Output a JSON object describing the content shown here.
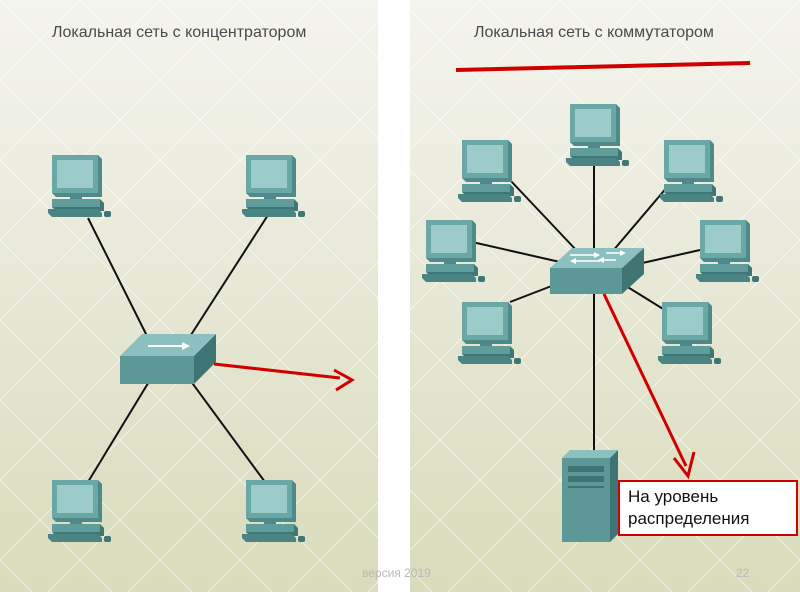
{
  "left_panel": {
    "title": "Локальная сеть с концентратором"
  },
  "right_panel": {
    "title": "Локальная сеть с коммутатором"
  },
  "callout": {
    "line1": "На уровень",
    "line2": "распределения"
  },
  "footer": {
    "version": "версия 2019",
    "page_number": "22"
  },
  "colors": {
    "panel_bg_top": "#f3f3ec",
    "panel_bg_bottom": "#dadcbd",
    "device_teal": "#5d9a9a",
    "screen": "#8fc2c2",
    "arrow_red": "#d00000",
    "link_black": "#111111"
  },
  "devices": {
    "left": [
      "computer-icon",
      "computer-icon",
      "computer-icon",
      "computer-icon",
      "hub-icon"
    ],
    "right": [
      "computer-icon",
      "computer-icon",
      "computer-icon",
      "computer-icon",
      "computer-icon",
      "computer-icon",
      "computer-icon",
      "computer-icon",
      "switch-icon",
      "server-icon"
    ]
  }
}
